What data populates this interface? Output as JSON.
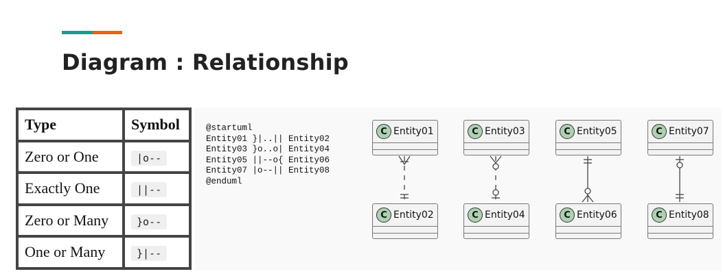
{
  "colors": {
    "accent_teal": "#1f9a8a",
    "accent_orange": "#e8621a"
  },
  "page": {
    "title": "Diagram : Relationship"
  },
  "table": {
    "headers": [
      "Type",
      "Symbol"
    ],
    "rows": [
      {
        "type": "Zero or One",
        "symbol": "|o--"
      },
      {
        "type": "Exactly One",
        "symbol": "||--"
      },
      {
        "type": "Zero or Many",
        "symbol": "}o--"
      },
      {
        "type": "One or Many",
        "symbol": "}|--"
      }
    ]
  },
  "code": {
    "lines": [
      "@startuml",
      "Entity01 }|..|| Entity02",
      "Entity03 }o..o| Entity04",
      "Entity05 ||--o{ Entity06",
      "Entity07 |o--|| Entity08",
      "@enduml"
    ]
  },
  "diagram": {
    "class_icon_letter": "C",
    "entities": [
      "Entity01",
      "Entity02",
      "Entity03",
      "Entity04",
      "Entity05",
      "Entity06",
      "Entity07",
      "Entity08"
    ],
    "relationships": [
      {
        "from": "Entity01",
        "to": "Entity02",
        "from_end": "one-or-many",
        "to_end": "exactly-one",
        "style": "dashed"
      },
      {
        "from": "Entity03",
        "to": "Entity04",
        "from_end": "zero-or-many",
        "to_end": "zero-or-one",
        "style": "dashed"
      },
      {
        "from": "Entity05",
        "to": "Entity06",
        "from_end": "exactly-one",
        "to_end": "zero-or-many",
        "style": "solid"
      },
      {
        "from": "Entity07",
        "to": "Entity08",
        "from_end": "zero-or-one",
        "to_end": "exactly-one",
        "style": "solid"
      }
    ]
  }
}
